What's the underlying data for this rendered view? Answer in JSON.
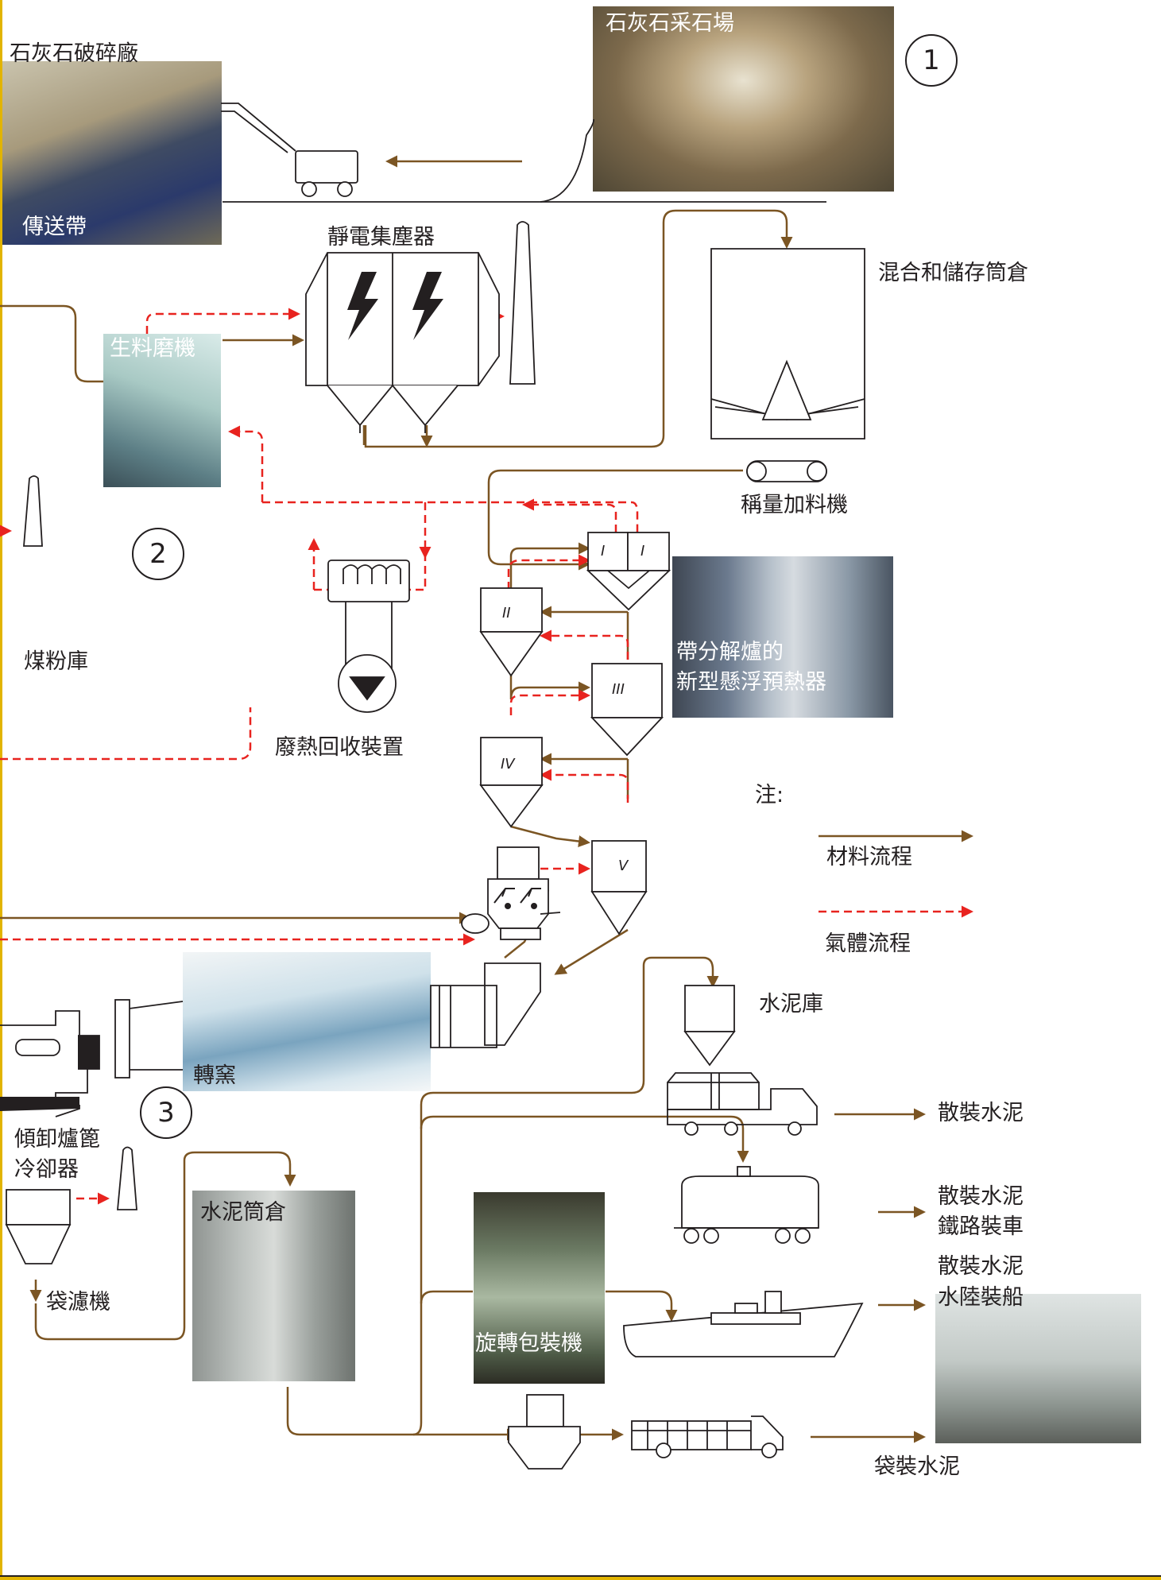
{
  "circles": [
    "1",
    "2",
    "3"
  ],
  "labels": {
    "limestone_crusher": "石灰石破碎廠",
    "conveyor": "傳送帶",
    "quarry": "石灰石采石場",
    "esp": "靜電集塵器",
    "raw_mill": "生料磨機",
    "blending_silo": "混合和儲存筒倉",
    "weigh_feeder": "稱量加料機",
    "coal_store": "煤粉庫",
    "waste_heat": "廢熱回收裝置",
    "preheater_line1": "帶分解爐的",
    "preheater_line2": "新型懸浮預熱器",
    "note": "注:",
    "material_flow": "材料流程",
    "gas_flow": "氣體流程",
    "cement_store": "水泥庫",
    "bulk_cement": "散裝水泥",
    "kiln": "轉窯",
    "cooler_line1": "傾卸爐篦",
    "cooler_line2": "冷卻器",
    "bag_filter": "袋濾機",
    "cement_silo": "水泥筒倉",
    "bulk_rail_line1": "散裝水泥",
    "bulk_rail_line2": "鐵路裝車",
    "bulk_ship_line1": "散裝水泥",
    "bulk_ship_line2": "水陸裝船",
    "rotary_packer": "旋轉包裝機",
    "bagged_cement": "袋裝水泥"
  },
  "cyclone_labels": {
    "c1a": "I",
    "c1b": "I",
    "c2": "II",
    "c3": "III",
    "c4": "IV",
    "c5": "V"
  },
  "colors": {
    "material_flow": "#7b5523",
    "gas_flow": "#e8231f",
    "outline": "#231f20",
    "frame_edge": "#e2b400"
  },
  "icons": {
    "esp_bolt": "lightning-bolt-icon",
    "fan": "fan-icon"
  }
}
